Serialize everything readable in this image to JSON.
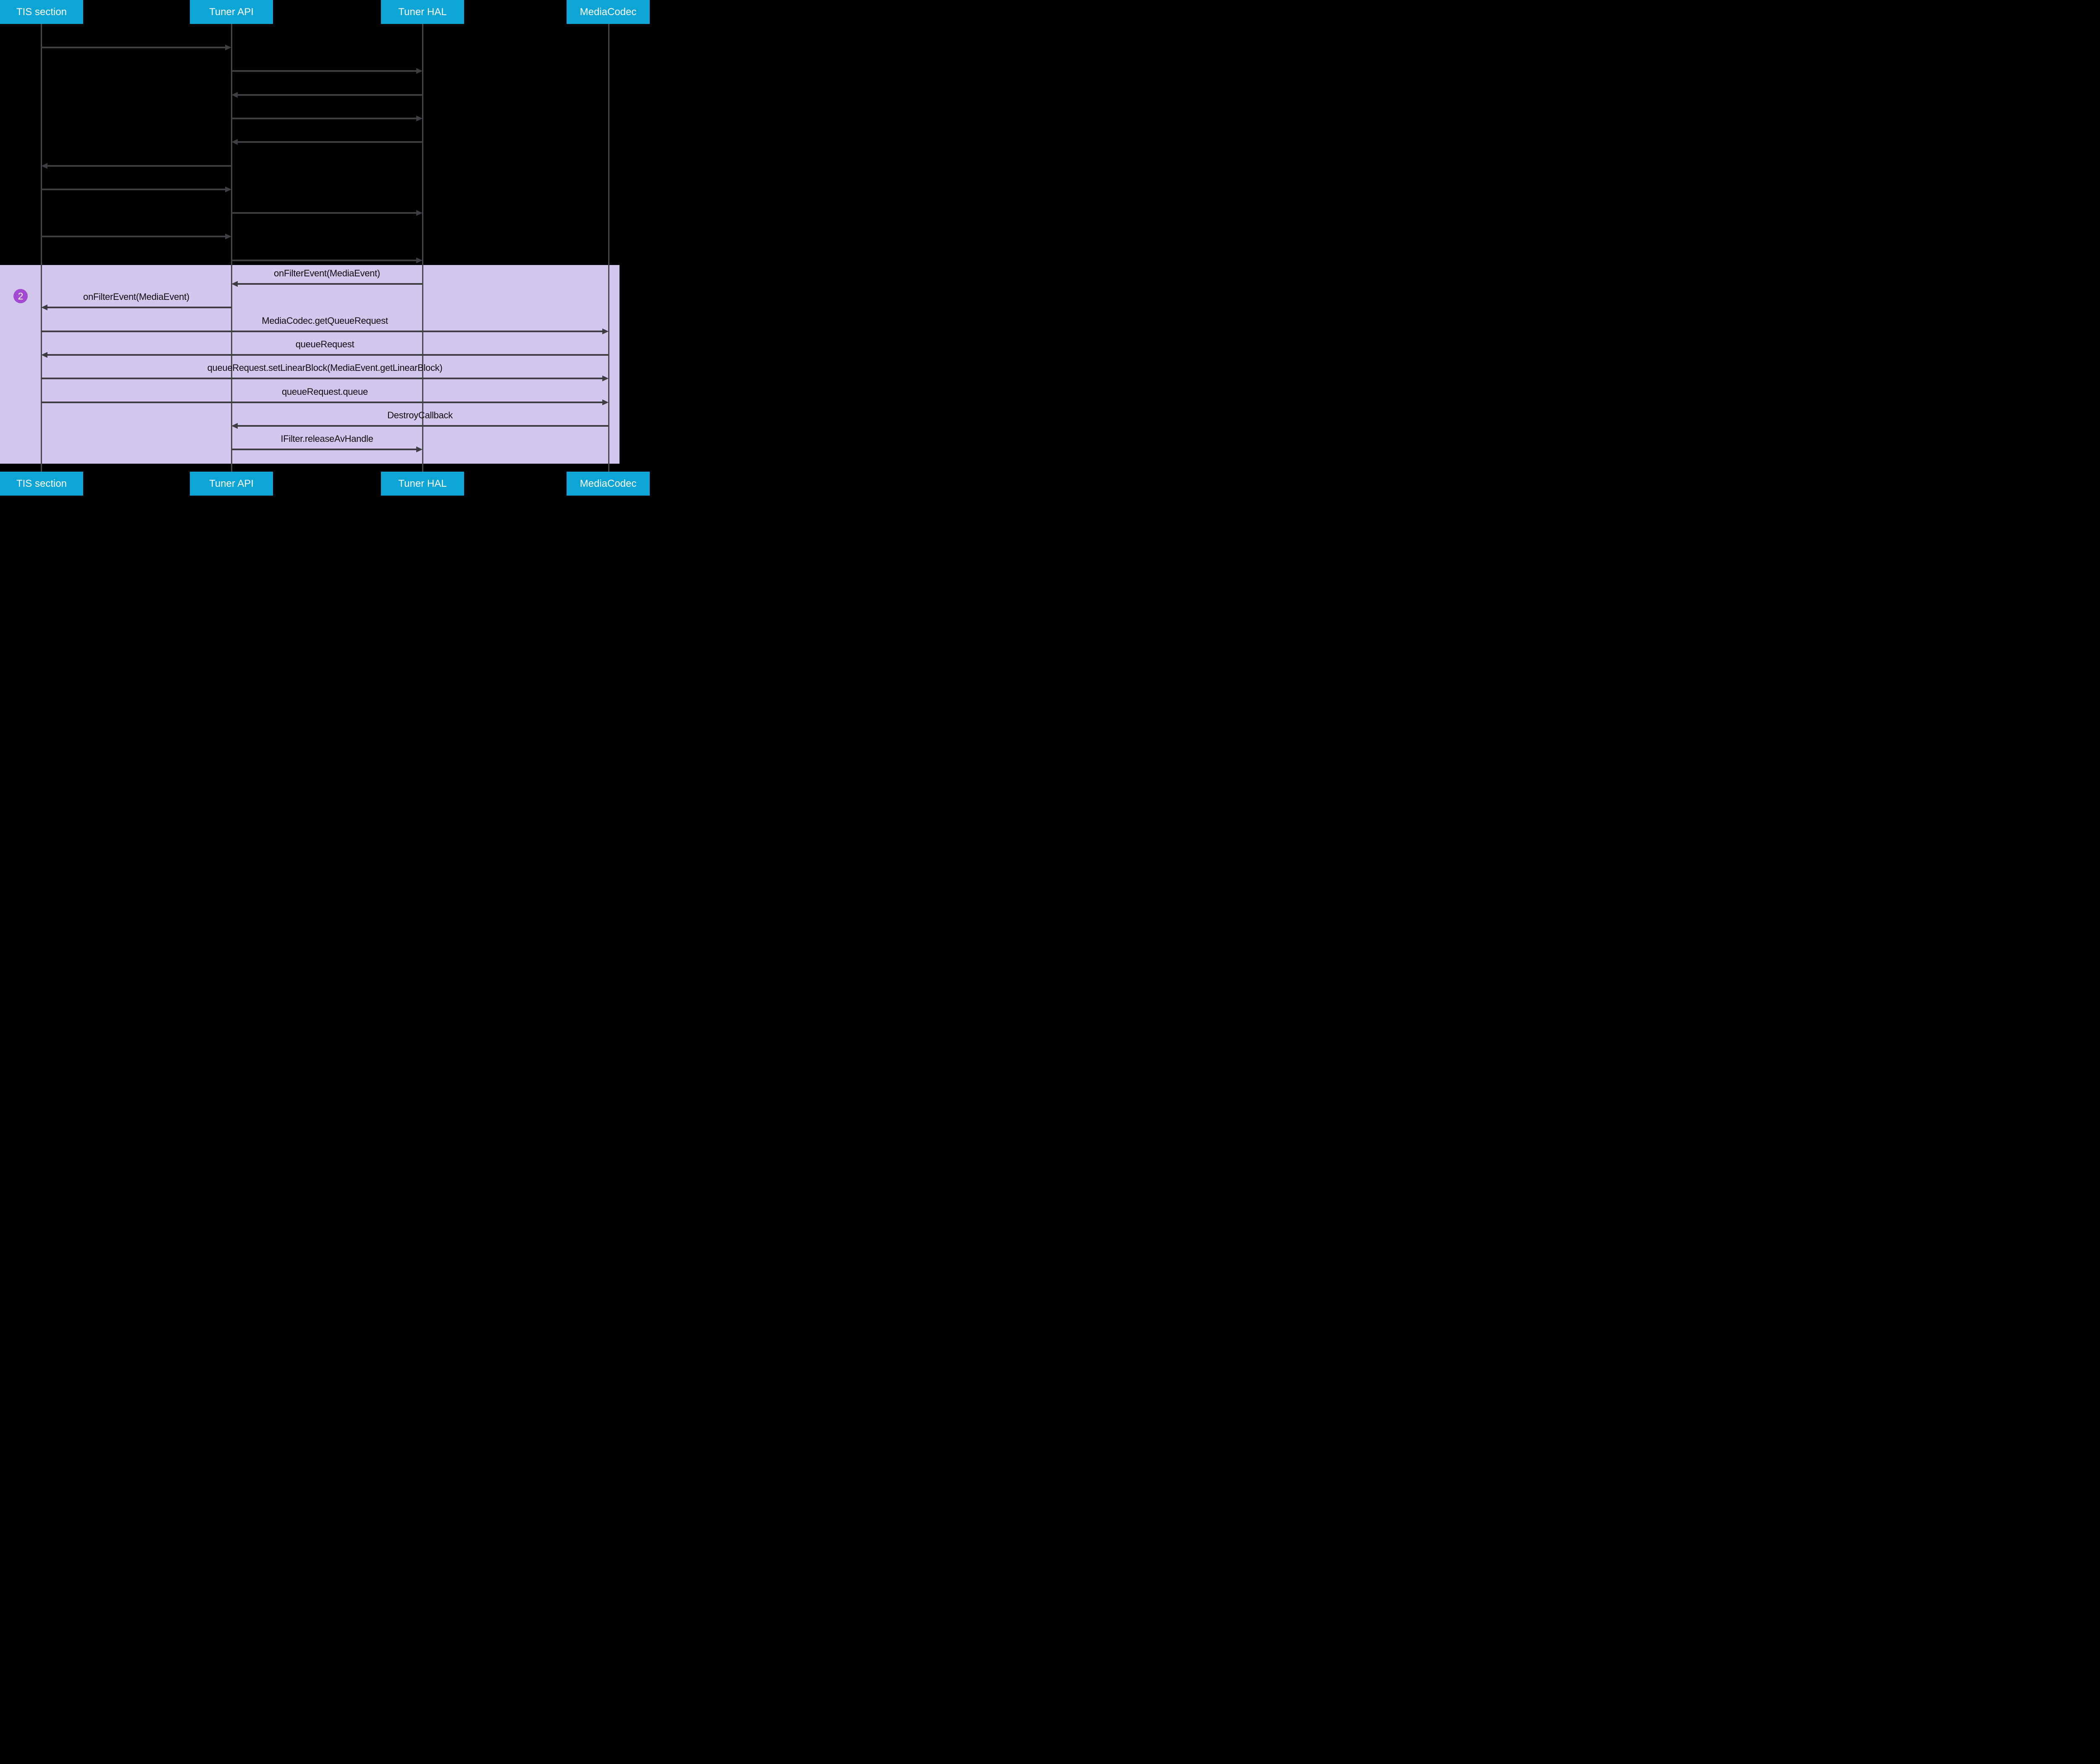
{
  "diagram": {
    "type": "sequence-diagram",
    "background_color": "#000000",
    "header_color": "#0da5d6",
    "header_text_color": "#ffffff",
    "lifeline_color": "#48484c",
    "arrow_color": "#3e3e42",
    "message_label_color": "#0d0d10",
    "participants": [
      {
        "id": "tis",
        "name": "TIS section"
      },
      {
        "id": "tuner_api",
        "name": "Tuner API"
      },
      {
        "id": "tuner_hal",
        "name": "Tuner HAL"
      },
      {
        "id": "mediacodec",
        "name": "MediaCodec"
      }
    ],
    "messages": [
      {
        "from": "tis",
        "to": "tuner_api",
        "label": ""
      },
      {
        "from": "tuner_api",
        "to": "tuner_hal",
        "label": ""
      },
      {
        "from": "tuner_hal",
        "to": "tuner_api",
        "label": ""
      },
      {
        "from": "tuner_api",
        "to": "tuner_hal",
        "label": ""
      },
      {
        "from": "tuner_hal",
        "to": "tuner_api",
        "label": ""
      },
      {
        "from": "tuner_api",
        "to": "tis",
        "label": ""
      },
      {
        "from": "tis",
        "to": "tuner_api",
        "label": ""
      },
      {
        "from": "tuner_api",
        "to": "tuner_hal",
        "label": ""
      },
      {
        "from": "tis",
        "to": "tuner_api",
        "label": ""
      },
      {
        "from": "tuner_api",
        "to": "tuner_hal",
        "label": ""
      },
      {
        "from": "tuner_hal",
        "to": "tuner_api",
        "label": "onFilterEvent(MediaEvent)"
      },
      {
        "from": "tuner_api",
        "to": "tis",
        "label": "onFilterEvent(MediaEvent)"
      },
      {
        "from": "tis",
        "to": "mediacodec",
        "label": "MediaCodec.getQueueRequest"
      },
      {
        "from": "mediacodec",
        "to": "tis",
        "label": "queueRequest"
      },
      {
        "from": "tis",
        "to": "mediacodec",
        "label": "queueRequest.setLinearBlock(MediaEvent.getLinearBlock)"
      },
      {
        "from": "tis",
        "to": "mediacodec",
        "label": "queueRequest.queue"
      },
      {
        "from": "mediacodec",
        "to": "tuner_api",
        "label": "DestroyCallback"
      },
      {
        "from": "tuner_api",
        "to": "tuner_hal",
        "label": "IFilter.releaseAvHandle"
      }
    ],
    "highlight": {
      "step_label": "2",
      "badge_color": "#a24bd1",
      "band_color": "#d4c7ee",
      "first_message_index": 10,
      "last_message_index": 17
    }
  }
}
